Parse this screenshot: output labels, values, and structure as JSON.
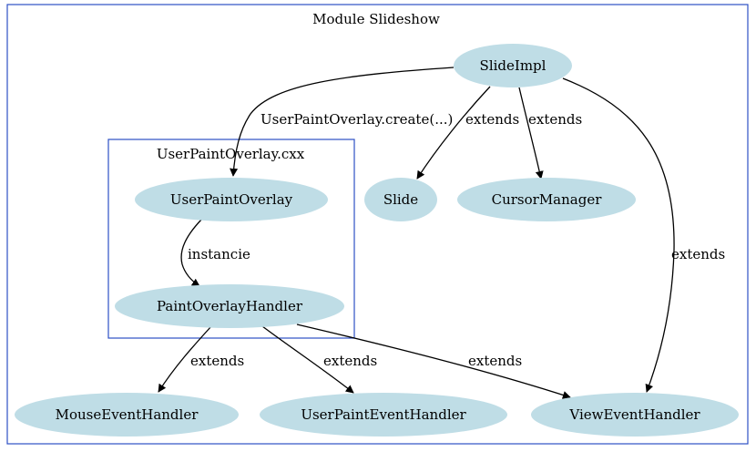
{
  "diagram": {
    "outer_cluster_label": "Module Slideshow",
    "inner_cluster_label": "UserPaintOverlay.cxx",
    "nodes": {
      "slideimpl": "SlideImpl",
      "userpaintoverlay": "UserPaintOverlay",
      "slide": "Slide",
      "cursormanager": "CursorManager",
      "paintoverlayhandler": "PaintOverlayHandler",
      "mouseeventhandler": "MouseEventHandler",
      "userpainteventhandler": "UserPaintEventHandler",
      "vieweventhandler": "ViewEventHandler"
    },
    "edges": [
      {
        "from": "SlideImpl",
        "to": "UserPaintOverlay",
        "label": "UserPaintOverlay.create(...)"
      },
      {
        "from": "SlideImpl",
        "to": "Slide",
        "label": "extends"
      },
      {
        "from": "SlideImpl",
        "to": "CursorManager",
        "label": "extends"
      },
      {
        "from": "SlideImpl",
        "to": "ViewEventHandler",
        "label": "extends"
      },
      {
        "from": "UserPaintOverlay",
        "to": "PaintOverlayHandler",
        "label": "instancie"
      },
      {
        "from": "PaintOverlayHandler",
        "to": "MouseEventHandler",
        "label": "extends"
      },
      {
        "from": "PaintOverlayHandler",
        "to": "UserPaintEventHandler",
        "label": "extends"
      },
      {
        "from": "PaintOverlayHandler",
        "to": "ViewEventHandler",
        "label": "extends"
      }
    ],
    "colors": {
      "node_fill": "#bfdde6",
      "cluster_border": "#2d4fc5",
      "edge": "#000000"
    }
  }
}
